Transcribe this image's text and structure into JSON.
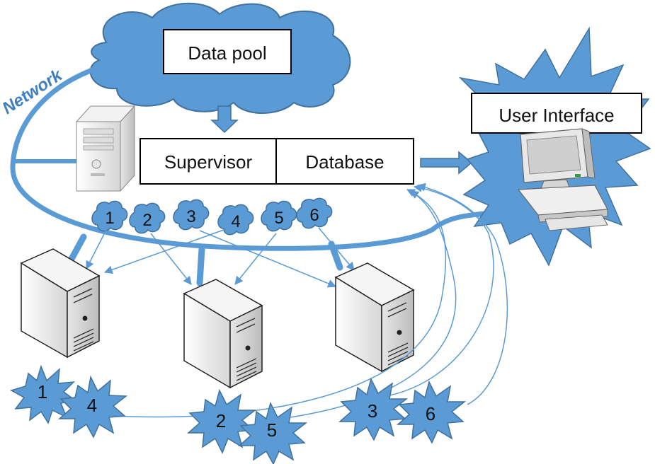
{
  "labels": {
    "data_pool": "Data pool",
    "network": "Network",
    "supervisor": "Supervisor",
    "database": "Database",
    "user_interface": "User Interface"
  },
  "tasks": [
    "1",
    "2",
    "3",
    "4",
    "5",
    "6"
  ],
  "results": [
    "1",
    "4",
    "2",
    "5",
    "3",
    "6"
  ],
  "colors": {
    "accent": "#5b9bd5",
    "accent_dark": "#41719c",
    "box_border": "#000000"
  }
}
